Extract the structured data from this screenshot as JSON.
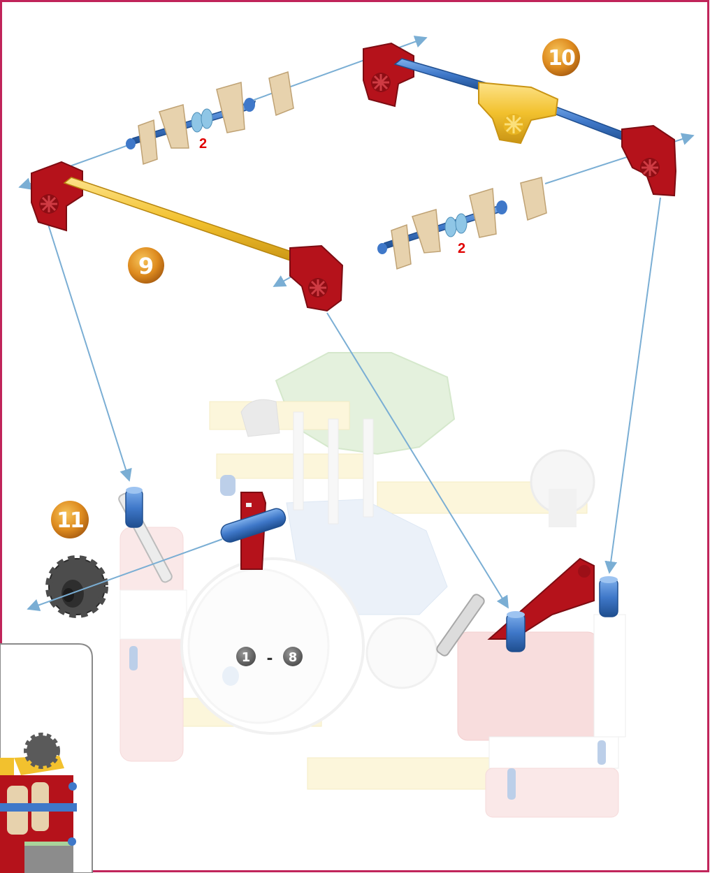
{
  "steps": {
    "step9": "9",
    "step10": "10",
    "step11": "11"
  },
  "quantities": {
    "left_clip_group": "2",
    "right_clip_group": "2"
  },
  "range_label": {
    "from": "1",
    "dash": "-",
    "to": "8"
  },
  "colors": {
    "frame_border": "#c0245a",
    "badge": "#d9831a",
    "arrow": "#7aaed4",
    "connector_red": "#b5121b",
    "rod_blue": "#3f78c9",
    "rod_yellow": "#f2c12e",
    "clip_tan": "#e7d2ad"
  }
}
